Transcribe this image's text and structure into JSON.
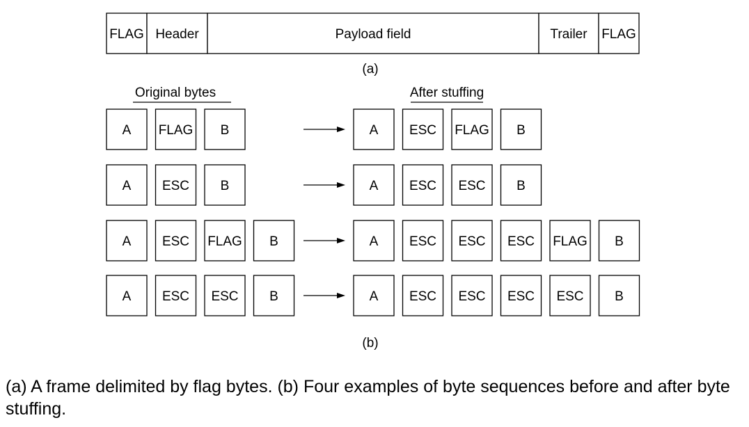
{
  "frame": {
    "fields": [
      "FLAG",
      "Header",
      "Payload field",
      "Trailer",
      "FLAG"
    ],
    "label": "(a)"
  },
  "stuffing": {
    "original_heading": "Original bytes",
    "after_heading": "After stuffing",
    "examples": [
      {
        "original": [
          "A",
          "FLAG",
          "B"
        ],
        "stuffed": [
          "A",
          "ESC",
          "FLAG",
          "B"
        ]
      },
      {
        "original": [
          "A",
          "ESC",
          "B"
        ],
        "stuffed": [
          "A",
          "ESC",
          "ESC",
          "B"
        ]
      },
      {
        "original": [
          "A",
          "ESC",
          "FLAG",
          "B"
        ],
        "stuffed": [
          "A",
          "ESC",
          "ESC",
          "ESC",
          "FLAG",
          "B"
        ]
      },
      {
        "original": [
          "A",
          "ESC",
          "ESC",
          "B"
        ],
        "stuffed": [
          "A",
          "ESC",
          "ESC",
          "ESC",
          "ESC",
          "B"
        ]
      }
    ],
    "label": "(b)"
  },
  "caption": "(a) A frame delimited by flag bytes. (b) Four examples of byte sequences before and after byte stuffing."
}
